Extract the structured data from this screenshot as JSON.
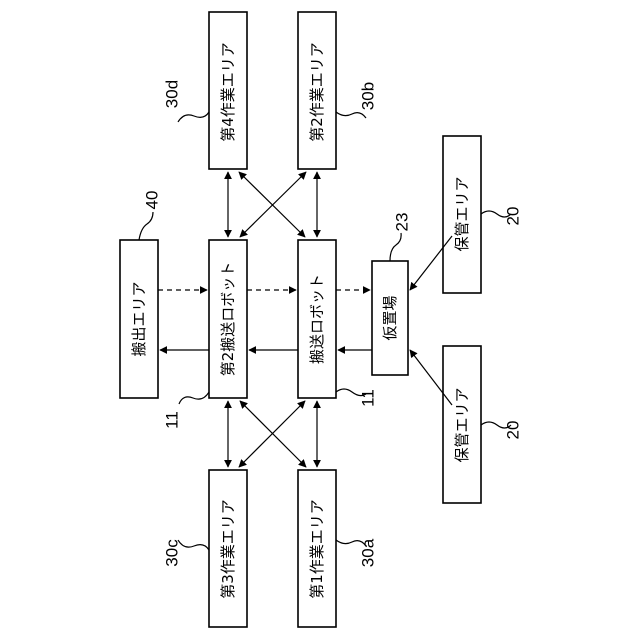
{
  "boxes": {
    "work_area_4": "第4作業エリア",
    "work_area_2": "第2作業エリア",
    "work_area_3": "第3作業エリア",
    "work_area_1": "第1作業エリア",
    "carry_out_area": "搬出エリア",
    "second_transport_robot": "第2搬送ロボット",
    "transport_robot": "搬送ロボット",
    "temporary_placement": "仮置場",
    "storage_area_upper": "保管エリア",
    "storage_area_lower": "保管エリア"
  },
  "refs": {
    "work_area_4": "30d",
    "work_area_2": "30b",
    "work_area_3": "30c",
    "work_area_1": "30a",
    "carry_out_area": "40",
    "second_transport_robot": "11",
    "transport_robot": "11",
    "temporary_placement": "23",
    "storage_area_upper": "20",
    "storage_area_lower": "20"
  }
}
